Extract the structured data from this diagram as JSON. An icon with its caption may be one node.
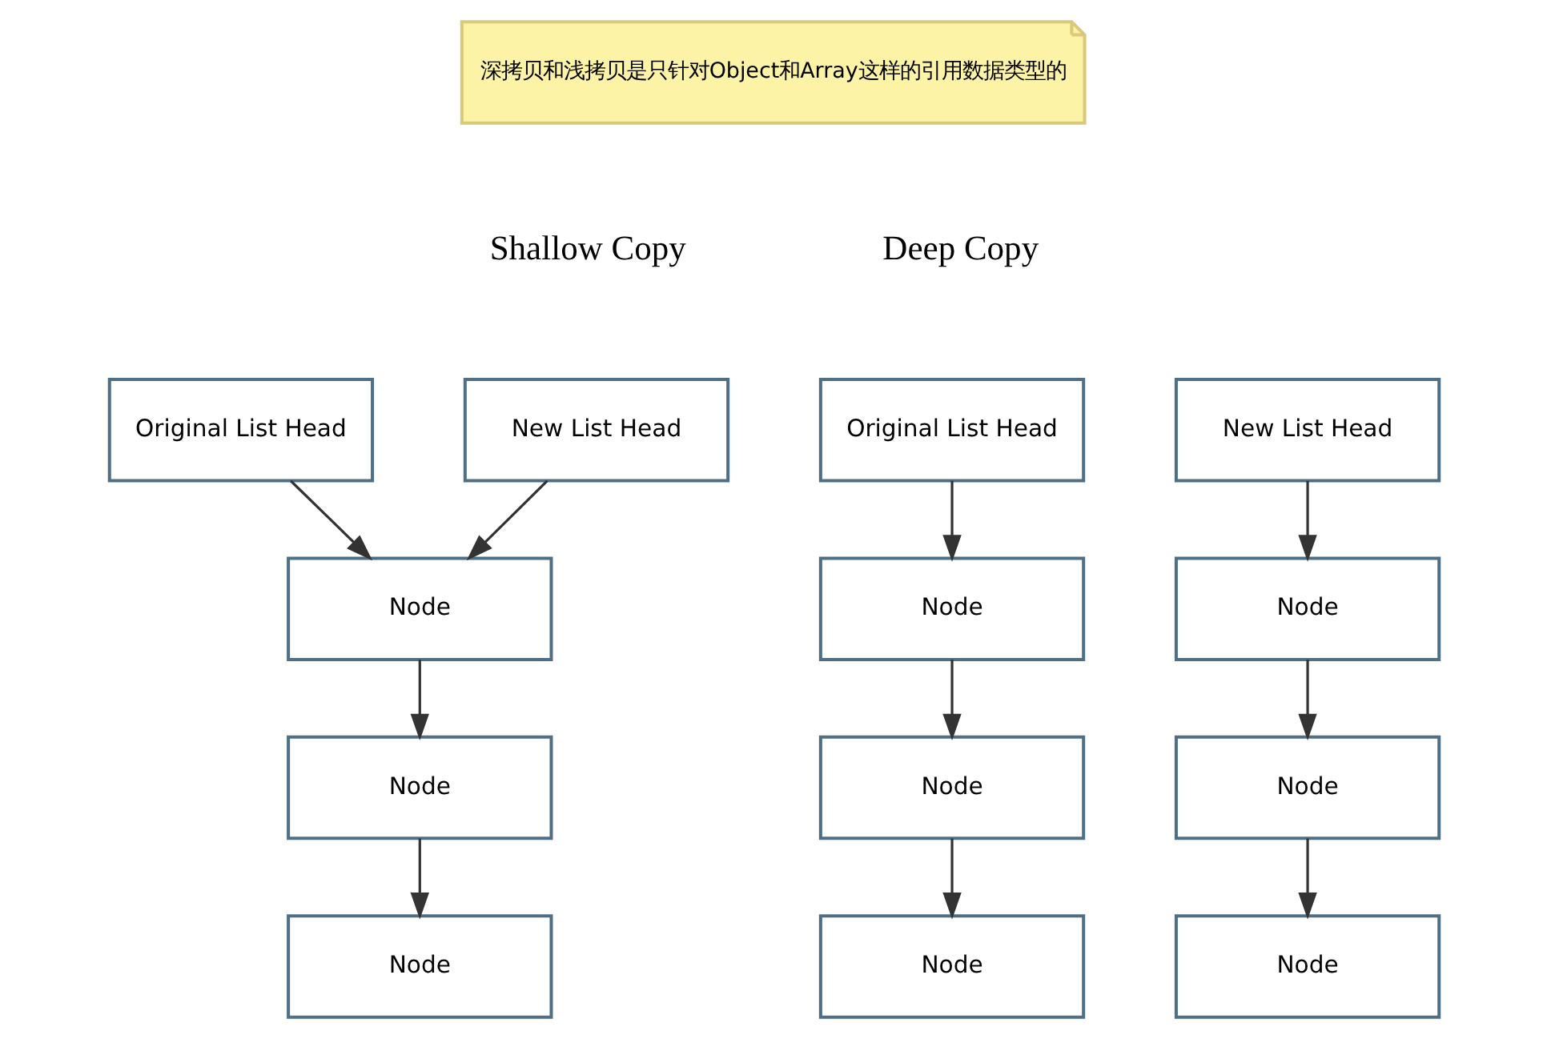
{
  "diagram": {
    "nodes": [
      {
        "text": [
          "深拷贝和浅拷贝是只针对Object和Array这样的引用数据类型的"
        ]
      },
      {
        "text": [
          "Original List Head"
        ]
      },
      {
        "text": [
          "New List Head"
        ]
      },
      {
        "text": [
          "Node"
        ]
      },
      {
        "text": [
          "Node"
        ]
      },
      {
        "text": [
          "Node"
        ]
      },
      {
        "text": [
          "Original List Head"
        ]
      },
      {
        "text": [
          "New List Head"
        ]
      },
      {
        "text": [
          "Node"
        ]
      },
      {
        "text": [
          "Node"
        ]
      },
      {
        "text": [
          "Node"
        ]
      },
      {
        "text": [
          "Node"
        ]
      },
      {
        "text": [
          "Node"
        ]
      },
      {
        "text": [
          "Node"
        ]
      }
    ],
    "edges": [
      {
        "from": 1,
        "to": 3,
        "arrow": "to"
      },
      {
        "from": 2,
        "to": 3,
        "arrow": "to"
      },
      {
        "from": 3,
        "to": 4,
        "arrow": "to"
      },
      {
        "from": 4,
        "to": 5,
        "arrow": "to"
      },
      {
        "from": 6,
        "to": 8,
        "arrow": "to"
      },
      {
        "from": 8,
        "to": 10,
        "arrow": "to"
      },
      {
        "from": 10,
        "to": 12,
        "arrow": "to"
      },
      {
        "from": 7,
        "to": 9,
        "arrow": "to"
      },
      {
        "from": 9,
        "to": 11,
        "arrow": "to"
      },
      {
        "from": 11,
        "to": 13,
        "arrow": "to"
      }
    ],
    "labels": [
      "Shallow Copy",
      "Deep Copy"
    ]
  }
}
